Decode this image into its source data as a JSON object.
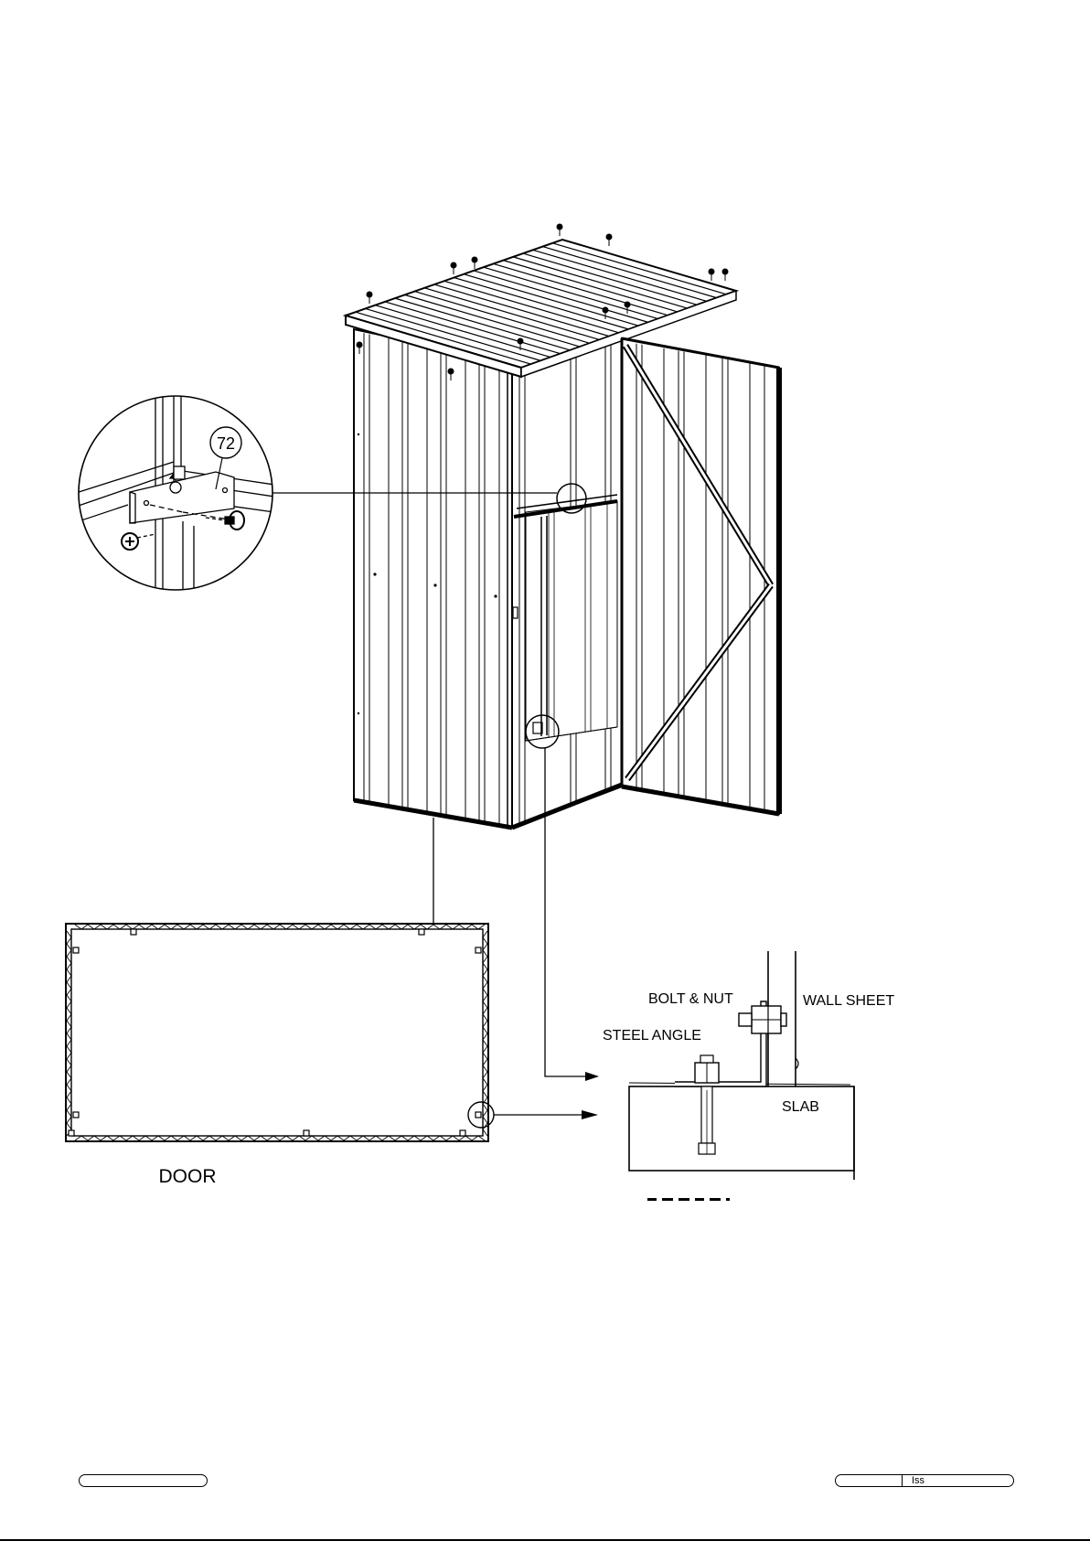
{
  "callouts": {
    "part_number": "72"
  },
  "labels": {
    "door": "DOOR",
    "bolt_nut": "BOLT & NUT",
    "wall_sheet": "WALL SHEET",
    "steel_angle": "STEEL ANGLE",
    "slab": "SLAB"
  },
  "footer": {
    "issue_label": "Iss"
  }
}
